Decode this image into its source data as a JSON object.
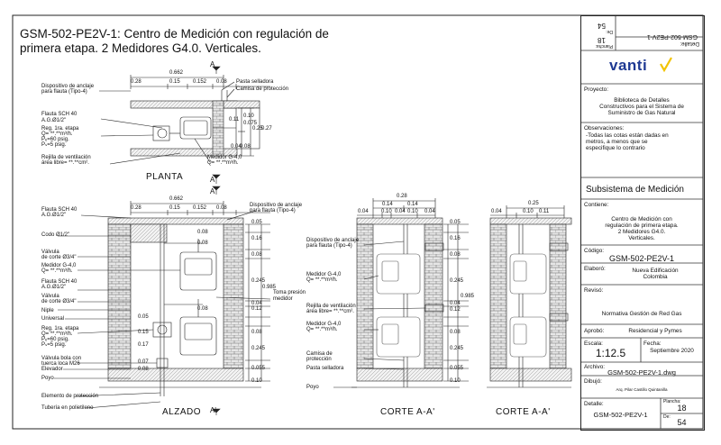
{
  "title": {
    "line1": "GSM-502-PE2V-1: Centro de Medición con regulación de",
    "line2": "primera etapa.  2 Medidores G4.0. Verticales."
  },
  "views": {
    "planta": "PLANTA",
    "alzado": "ALZADO",
    "corte1": "CORTE A-A'",
    "corte2": "CORTE A-A'",
    "marker_a": "A",
    "marker_a_prime": "A'"
  },
  "planta_labels": {
    "dim_total": "0.662",
    "dim_a": "0.28",
    "dim_b": "0.15",
    "dim_c": "0.152",
    "dim_d": "0.08",
    "dispositivo": "Dispositivo de anclaje",
    "dispositivo2": "para flauta (Tipo-4)",
    "pasta": "Pasta selladora",
    "camisa": "Camisa de protección",
    "flauta": "Flauta SCH 40",
    "flauta2": "A.G.Ø1/2\"",
    "reg1": "Reg. 1ra. etapa",
    "reg2": "Q= **.**m³/h.",
    "reg3": "Pₑ=60 psig.",
    "reg4": "Pₛ=5 psig.",
    "rejilla": "Rejilla de ventilación",
    "rejilla2": "área libre= **.**cm².",
    "medidor": "Medidor G-4,0",
    "medidor2": "Q= **.**m³/h.",
    "v1": "0.11",
    "v2": "0.10",
    "v3": "0.075",
    "v4": "0.25",
    "v5": "0.27",
    "v6": "0.04",
    "v7": "0.08"
  },
  "alzado_labels": {
    "dim_total": "0.662",
    "dim_a": "0.28",
    "dim_b": "0.15",
    "dim_c": "0.152",
    "dim_d": "0.08",
    "flauta": "Flauta SCH 40",
    "flauta2": "A.G.Ø1/2\"",
    "dispositivo": "Dispositivo de anclaje",
    "dispositivo2": "para flauta (Tipo-4)",
    "codo": "Codo Ø1/2\"",
    "valvula1": "Válvula",
    "valvula1b": "de corte Ø3/4\"",
    "medidor1": "Medidor G-4,0",
    "medidor1b": "Q= **.**m³/h.",
    "flauta_b": "Flauta SCH 40",
    "flauta_b2": "A.G.Ø1/2\"",
    "valvula2": "Válvula",
    "valvula2b": "de corte Ø3/4\"",
    "niple": "Niple",
    "universal": "Universal",
    "reg1": "Reg. 1ra. etapa",
    "reg2": "Q= **.**m³/h.",
    "reg3": "Pₑ=60 psig.",
    "reg4": "Pₛ=5 psig.",
    "valvula_bola": "Válvula bola con",
    "valvula_bola2": "tuerca loca M26",
    "elevador": "Elevador",
    "poyo": "Poyo",
    "elemento": "Elemento de protección",
    "tuberia": "Tubería en polietileno",
    "toma": "Toma presión",
    "toma2": "medidor",
    "r1": "0.05",
    "r2": "0.16",
    "r3": "0.08",
    "r4": "0.245",
    "r5": "0.04",
    "r6": "0.12",
    "r7": "0.08",
    "r8": "0.245",
    "r9": "0.055",
    "r10": "0.10",
    "r11": "0.985",
    "i1": "0.08",
    "i2": "0.08",
    "i3": "0.08",
    "i4": "0.05",
    "i5": "0.15",
    "i6": "0.17",
    "i7": "0.07",
    "i8": "0.08"
  },
  "corte1_labels": {
    "w1": "0.28",
    "w2": "0.14",
    "w3": "0.14",
    "w4": "0.04",
    "w5": "0.10",
    "w6": "0.04",
    "w7": "0.10",
    "w8": "0.04",
    "dispositivo": "Dispositivo de anclaje",
    "dispositivo2": "para flauta (Tipo-4)",
    "medidor1": "Medidor G-4,0",
    "medidor1b": "Q= **.**m³/h.",
    "rejilla": "Rejilla de ventilación",
    "rejilla2": "área libre= **.**cm².",
    "medidor2": "Medidor G-4,0",
    "medidor2b": "Q= **.**m³/h.",
    "camisa": "Camisa de",
    "camisa2": "protección",
    "pasta": "Pasta selladora",
    "poyo": "Poyo",
    "r1": "0.05",
    "r2": "0.16",
    "r3": "0.08",
    "r4": "0.245",
    "r5": "0.04",
    "r6": "0.12",
    "r7": "0.08",
    "r8": "0.245",
    "r9": "0.055",
    "r10": "0.10",
    "r11": "0.985"
  },
  "corte2_labels": {
    "w1": "0.25",
    "w2": "0.04",
    "w3": "0.10",
    "w4": "0.11"
  },
  "panel": {
    "top_detail_label": "Detalle:",
    "top_detail_value": "GSM-502-PE2V-1",
    "top_plancha_label": "Plancha:",
    "top_plancha_value": "18",
    "top_de_label": "De:",
    "top_de_value": "54",
    "brand": "vanti",
    "proyecto_label": "Proyecto:",
    "proyecto_1": "Biblioteca de Detalles",
    "proyecto_2": "Constructivos para el Sistema de",
    "proyecto_3": "Suministro de Gas Natural",
    "obs_label": "Observaciones:",
    "obs_1": "-Todas las cotas están dadas en",
    "obs_2": "metros, a menos que se",
    "obs_3": "especifique lo contrario",
    "subsistema": "Subsistema de Medición",
    "contiene_label": "Contiene:",
    "contiene_1": "Centro de Medición con",
    "contiene_2": "regulación de primera etapa.",
    "contiene_3": "2 Medidores G4.0.",
    "contiene_4": "Verticales.",
    "codigo_label": "Código:",
    "codigo_value": "GSM-502-PE2V-1",
    "elaboro_label": "Elaboró:",
    "elaboro_1": "Nueva Edificación",
    "elaboro_2": "Colombia",
    "reviso_label": "Revisó:",
    "reviso_value": "Normativa Gestión de Red Gas",
    "aprobo_label": "Aprobó:",
    "aprobo_value": "Residencial y Pymes",
    "escala_label": "Escala:",
    "escala_value": "1:12.5",
    "fecha_label": "Fecha:",
    "fecha_value": "Septiembre 2020",
    "archivo_label": "Archivo:",
    "archivo_value": "GSM-502-PE2V-1.dwg",
    "dibujo_label": "Dibujó:",
    "dibujo_value": "Arq. Pilar Castillo Quintanilla",
    "detalle_label": "Detalle:",
    "detalle_value": "GSM-502-PE2V-1",
    "plancha_label": "Plancha:",
    "plancha_value": "18",
    "de_label": "De:",
    "de_value": "54"
  },
  "colors": {
    "line": "#222222",
    "brick": "#d9d9d9",
    "brand_blue": "#1f3a93",
    "brand_yellow": "#f2c300"
  }
}
